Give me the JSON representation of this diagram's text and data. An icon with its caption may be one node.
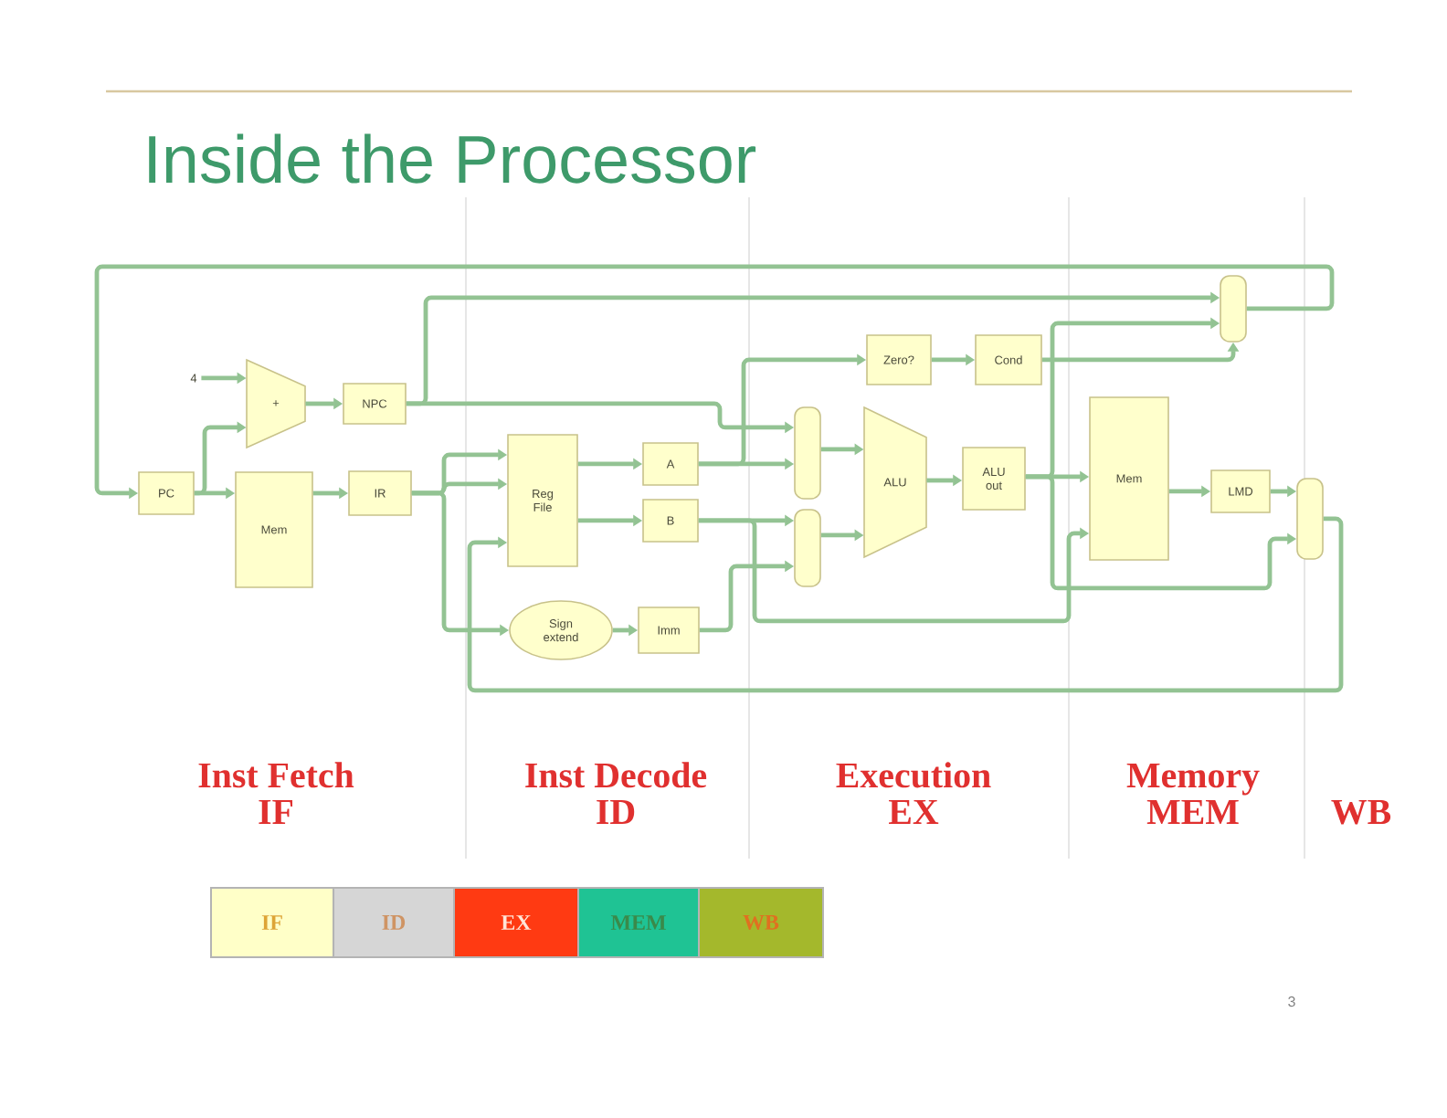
{
  "diagram": {
    "title": "Inside the Processor",
    "nodes": [
      {
        "text": [
          "4"
        ]
      },
      {
        "text": [
          "+"
        ]
      },
      {
        "text": [
          "NPC"
        ]
      },
      {
        "text": [
          "PC"
        ]
      },
      {
        "text": [
          "Mem"
        ]
      },
      {
        "text": [
          "IR"
        ]
      },
      {
        "text": [
          "Reg File"
        ]
      },
      {
        "text": [
          "A"
        ]
      },
      {
        "text": [
          "B"
        ]
      },
      {
        "text": [
          "Sign extend"
        ]
      },
      {
        "text": [
          "Imm"
        ]
      },
      {
        "text": [],
        "shape": "bar"
      },
      {
        "text": [],
        "shape": "bar"
      },
      {
        "text": [
          "Zero?"
        ]
      },
      {
        "text": [
          "Cond"
        ]
      },
      {
        "text": [
          "ALU"
        ]
      },
      {
        "text": [
          "ALU out"
        ]
      },
      {
        "text": [
          "Mem"
        ]
      },
      {
        "text": [
          "LMD"
        ]
      },
      {
        "text": [],
        "shape": "bar"
      },
      {
        "text": [],
        "shape": "bar"
      },
      {
        "text": [
          "IF"
        ]
      },
      {
        "text": [
          "ID"
        ]
      },
      {
        "text": [
          "EX"
        ]
      },
      {
        "text": [
          "MEM"
        ]
      },
      {
        "text": [
          "WB"
        ]
      }
    ],
    "edges": [
      {
        "from": 0,
        "to": 1,
        "arrow": "to"
      },
      {
        "from": 3,
        "to": 1,
        "arrow": "to"
      },
      {
        "from": 3,
        "to": 4,
        "arrow": "to"
      },
      {
        "from": 1,
        "to": 2,
        "arrow": "to"
      },
      {
        "from": 2,
        "to": 19,
        "arrow": "to"
      },
      {
        "from": 2,
        "to": 11,
        "arrow": "to"
      },
      {
        "from": 4,
        "to": 5,
        "arrow": "to"
      },
      {
        "from": 5,
        "to": 6,
        "arrow": "to"
      },
      {
        "from": 5,
        "to": 6,
        "arrow": "to"
      },
      {
        "from": 5,
        "to": 9,
        "arrow": "to"
      },
      {
        "from": 6,
        "to": 7,
        "arrow": "to"
      },
      {
        "from": 6,
        "to": 8,
        "arrow": "to"
      },
      {
        "from": 9,
        "to": 10,
        "arrow": "to"
      },
      {
        "from": 7,
        "to": 11,
        "arrow": "to"
      },
      {
        "from": 7,
        "to": 13,
        "arrow": "to"
      },
      {
        "from": 8,
        "to": 12,
        "arrow": "to"
      },
      {
        "from": 8,
        "to": 17,
        "arrow": "to"
      },
      {
        "from": 10,
        "to": 12,
        "arrow": "to"
      },
      {
        "from": 11,
        "to": 15,
        "arrow": "to"
      },
      {
        "from": 12,
        "to": 15,
        "arrow": "to"
      },
      {
        "from": 13,
        "to": 14,
        "arrow": "to"
      },
      {
        "from": 14,
        "to": 19,
        "arrow": "to"
      },
      {
        "from": 15,
        "to": 16,
        "arrow": "to"
      },
      {
        "from": 16,
        "to": 17,
        "arrow": "to"
      },
      {
        "from": 16,
        "to": 19,
        "arrow": "to"
      },
      {
        "from": 16,
        "to": 20,
        "arrow": "to"
      },
      {
        "from": 17,
        "to": 18,
        "arrow": "to"
      },
      {
        "from": 18,
        "to": 20,
        "arrow": "to"
      },
      {
        "from": 20,
        "to": 6,
        "arrow": "to"
      },
      {
        "from": 19,
        "to": 3,
        "arrow": "to"
      }
    ],
    "labels": [
      "Inst Fetch",
      "IF",
      "Inst Decode",
      "ID",
      "Execution",
      "EX",
      "Memory",
      "MEM",
      "WB",
      "3"
    ]
  }
}
